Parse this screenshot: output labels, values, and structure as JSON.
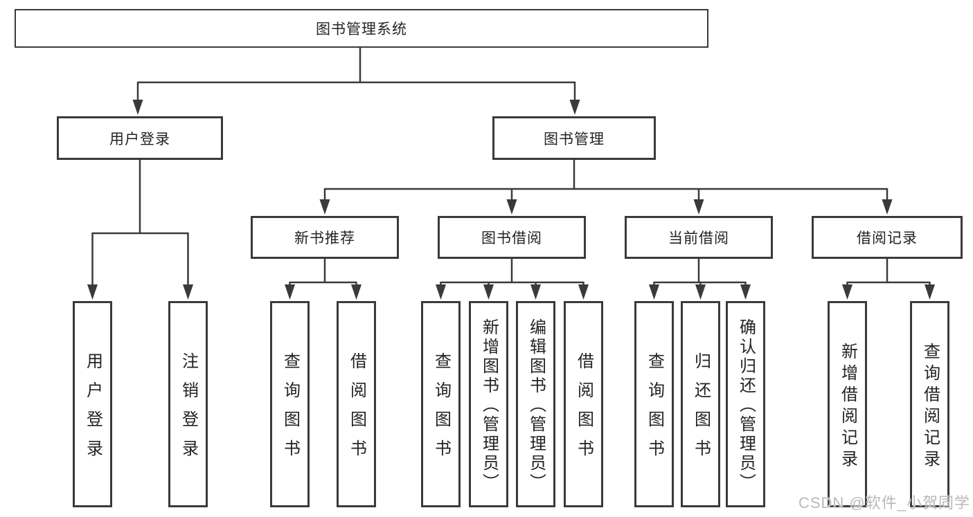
{
  "diagram": {
    "root": {
      "label": "图书管理系统"
    },
    "level2": [
      {
        "id": "user-login",
        "label": "用户登录"
      },
      {
        "id": "book-management",
        "label": "图书管理"
      }
    ],
    "level3": [
      {
        "id": "new-book-recommend",
        "label": "新书推荐"
      },
      {
        "id": "book-borrowing",
        "label": "图书借阅"
      },
      {
        "id": "current-borrowing",
        "label": "当前借阅"
      },
      {
        "id": "borrowing-records",
        "label": "借阅记录"
      }
    ],
    "leaves": [
      {
        "label": "用户登录"
      },
      {
        "label": "注销登录"
      },
      {
        "label": "查询图书"
      },
      {
        "label": "借阅图书"
      },
      {
        "label": "查询图书"
      },
      {
        "label": "新增图书（管理员）"
      },
      {
        "label": "编辑图书（管理员）"
      },
      {
        "label": "借阅图书"
      },
      {
        "label": "查询图书"
      },
      {
        "label": "归还图书"
      },
      {
        "label": "确认归还（管理员）"
      },
      {
        "label": "新增借阅记录"
      },
      {
        "label": "查询借阅记录"
      }
    ]
  },
  "watermark": {
    "text": "CSDN @软件_小贺同学"
  },
  "colors": {
    "line": "#3a3a3a",
    "text": "#232323",
    "background": "#ffffff",
    "watermark": "#b9b9b9"
  }
}
